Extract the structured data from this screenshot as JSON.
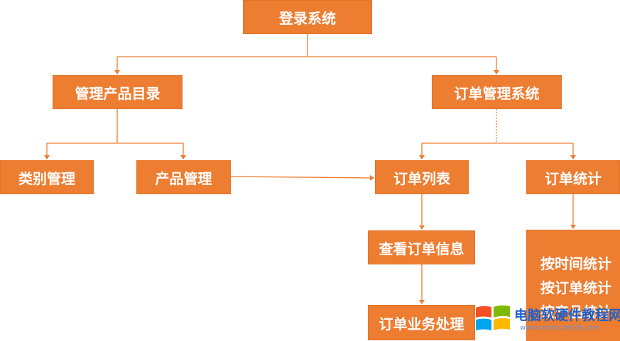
{
  "nodes": {
    "login": "登录系统",
    "product_catalog": "管理产品目录",
    "order_system": "订单管理系统",
    "category_mgmt": "类别管理",
    "product_mgmt": "产品管理",
    "order_list": "订单列表",
    "order_stats": "订单统计",
    "view_order": "查看订单信息",
    "order_process": "订单业务处理",
    "stats_items": [
      "按时间统计",
      "按订单统计",
      "按产品统计"
    ]
  },
  "watermark": {
    "brand": "电脑软硬件教程网",
    "url": "www.computer26.com",
    "logo_icon": "windows-logo-icon"
  },
  "colors": {
    "node_fill": "#ED7D31",
    "connector": "#ED7D31",
    "text": "#FFFFFF"
  }
}
